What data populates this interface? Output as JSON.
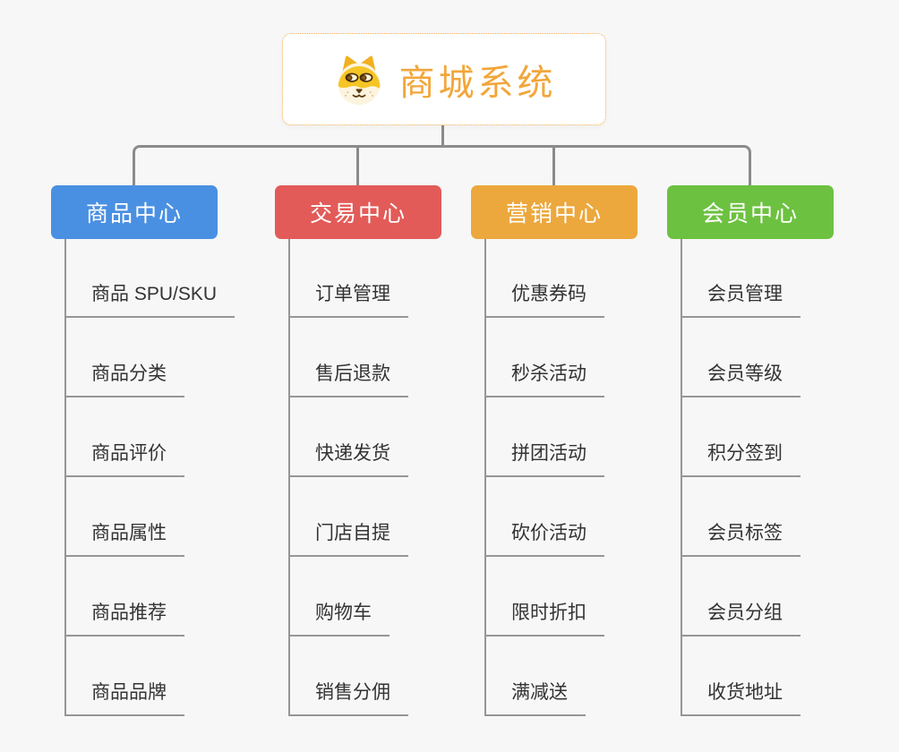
{
  "root": {
    "title": "商城系统",
    "accent_color": "#f2a63a",
    "border_color": "#f2ae4c",
    "icon": "doge-icon"
  },
  "connector_color": "#8b8b8b",
  "leaf_line_color": "#969696",
  "branches": [
    {
      "label": "商品中心",
      "color": "#4a90e2",
      "items": [
        "商品 SPU/SKU",
        "商品分类",
        "商品评价",
        "商品属性",
        "商品推荐",
        "商品品牌"
      ]
    },
    {
      "label": "交易中心",
      "color": "#e25b58",
      "items": [
        "订单管理",
        "售后退款",
        "快递发货",
        "门店自提",
        "购物车",
        "销售分佣"
      ]
    },
    {
      "label": "营销中心",
      "color": "#eca83d",
      "items": [
        "优惠券码",
        "秒杀活动",
        "拼团活动",
        "砍价活动",
        "限时折扣",
        "满减送"
      ]
    },
    {
      "label": "会员中心",
      "color": "#6dc140",
      "items": [
        "会员管理",
        "会员等级",
        "积分签到",
        "会员标签",
        "会员分组",
        "收货地址"
      ]
    }
  ]
}
